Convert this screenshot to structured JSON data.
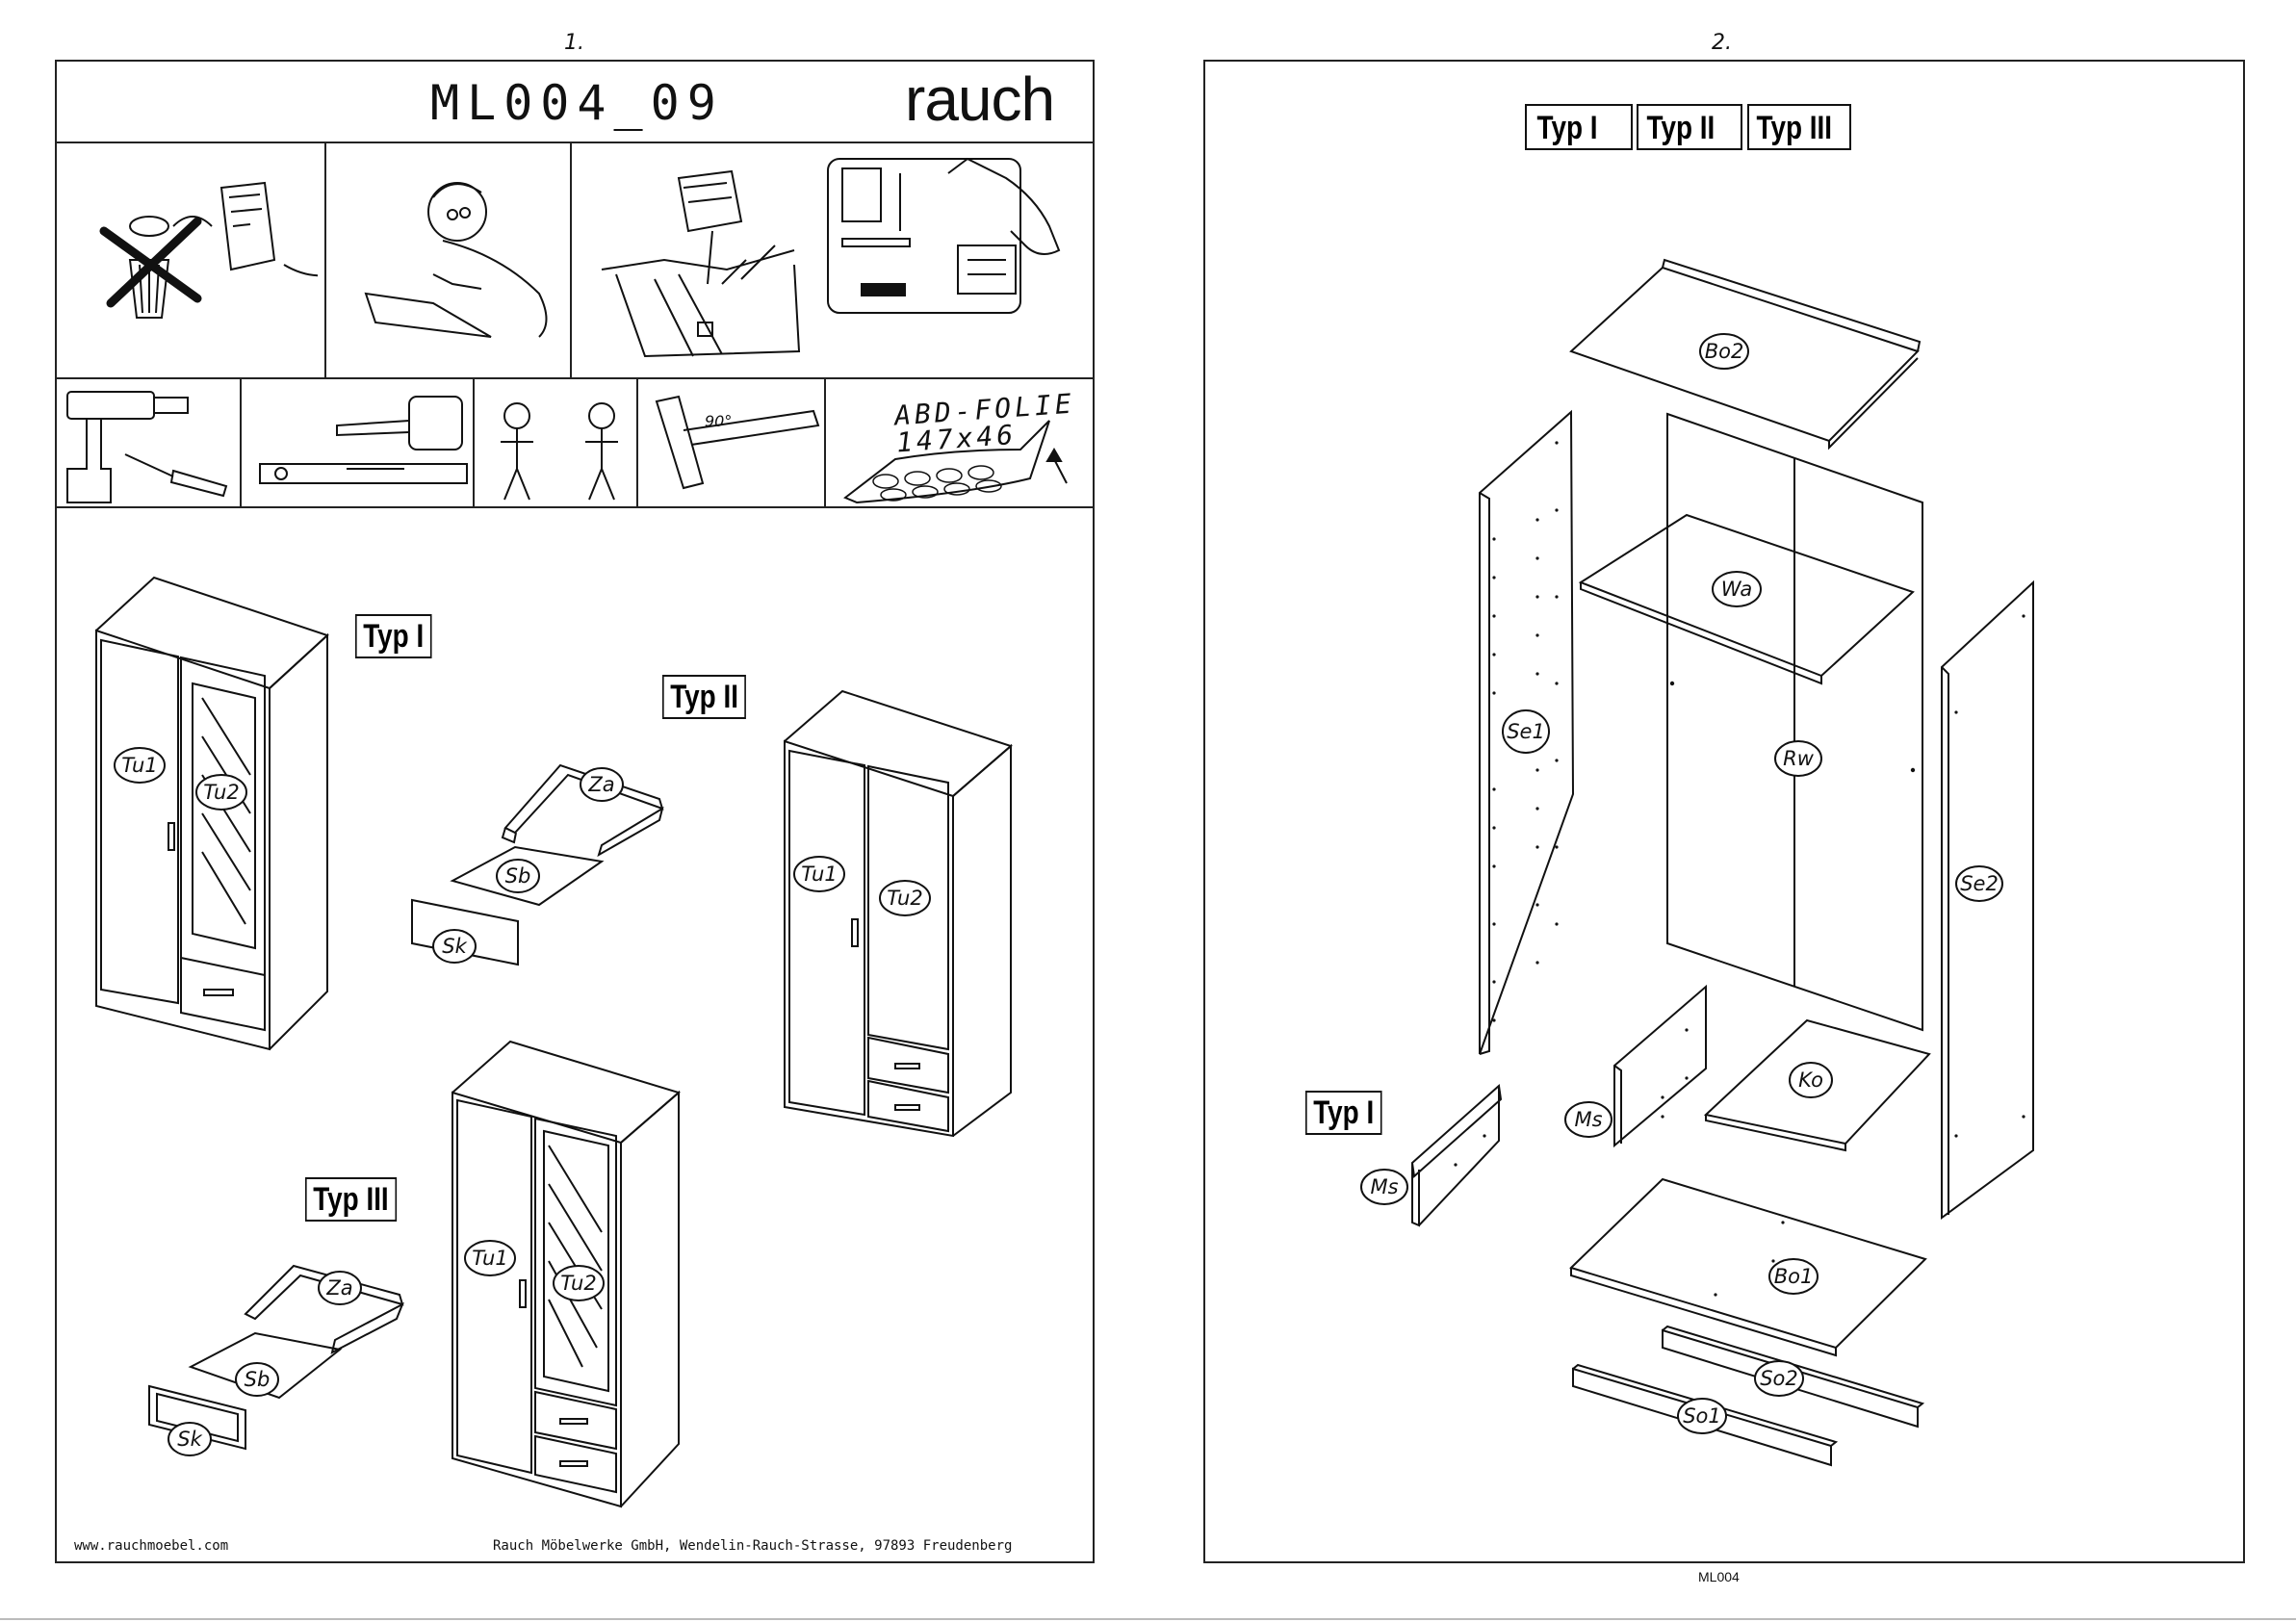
{
  "page_left": {
    "page_number": "1.",
    "title": "ML004_09",
    "brand": "rauch",
    "tools": {
      "folie_title": "ABD-FOLIE",
      "folie_size": "147x46",
      "angle_label": "90°"
    },
    "types": {
      "typ1": "Typ I",
      "typ2": "Typ II",
      "typ3": "Typ III"
    },
    "labels": {
      "tu1": "Tu1",
      "tu2": "Tu2",
      "za": "Za",
      "sb": "Sb",
      "sk": "Sk"
    },
    "footer_url": "www.rauchmoebel.com",
    "footer_address": "Rauch Möbelwerke GmbH, Wendelin-Rauch-Strasse, 97893 Freudenberg"
  },
  "page_right": {
    "page_number": "2.",
    "type_tags": [
      "Typ I",
      "Typ II",
      "Typ III"
    ],
    "typ1_tag": "Typ I",
    "labels": {
      "bo2": "Bo2",
      "wa": "Wa",
      "se1": "Se1",
      "rw": "Rw",
      "se2": "Se2",
      "ms": "Ms",
      "ko": "Ko",
      "bo1": "Bo1",
      "so2": "So2",
      "so1": "So1"
    },
    "footer_code": "ML004"
  }
}
